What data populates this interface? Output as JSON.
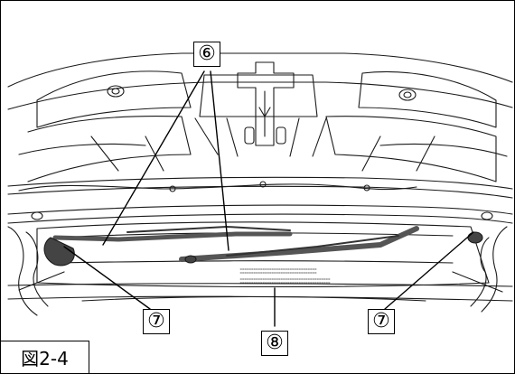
{
  "figure": {
    "label": "図2-4"
  },
  "callouts": [
    {
      "id": "6",
      "text": "⑥"
    },
    {
      "id": "7a",
      "text": "⑦"
    },
    {
      "id": "8",
      "text": "⑧"
    },
    {
      "id": "7b",
      "text": "⑦"
    }
  ],
  "colors": {
    "line": "#1a1a1a",
    "wiper": "#555555",
    "panel": "#ffffff"
  }
}
